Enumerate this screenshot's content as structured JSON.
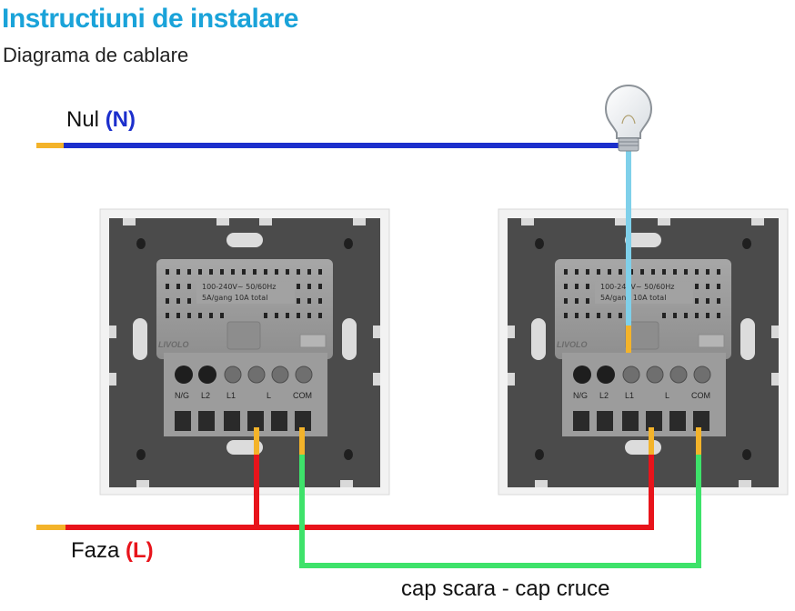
{
  "header": {
    "title": "Instructiuni de instalare",
    "subtitle": "Diagrama de cablare"
  },
  "labels": {
    "neutral_prefix": "Nul ",
    "neutral_code": "(N)",
    "phase_prefix": "Faza ",
    "phase_code": "(L)",
    "traveler": "cap scara - cap cruce"
  },
  "switch": {
    "brand": "LIVOLO",
    "rating_line1": "100-240V~ 50/60Hz",
    "rating_line2": "5A/gang 10A total",
    "terminals": [
      "N/G",
      "L2",
      "L1",
      "L",
      "COM"
    ]
  },
  "colors": {
    "title": "#1aa3d9",
    "neutral_wire": "#1c2fcc",
    "phase_wire": "#e8141b",
    "lamp_wire": "#7fd0ea",
    "traveler_wire": "#3ee26a",
    "wire_tip": "#f3b32a",
    "frame": "#4a4a4a",
    "module": "#9a9a9a"
  }
}
